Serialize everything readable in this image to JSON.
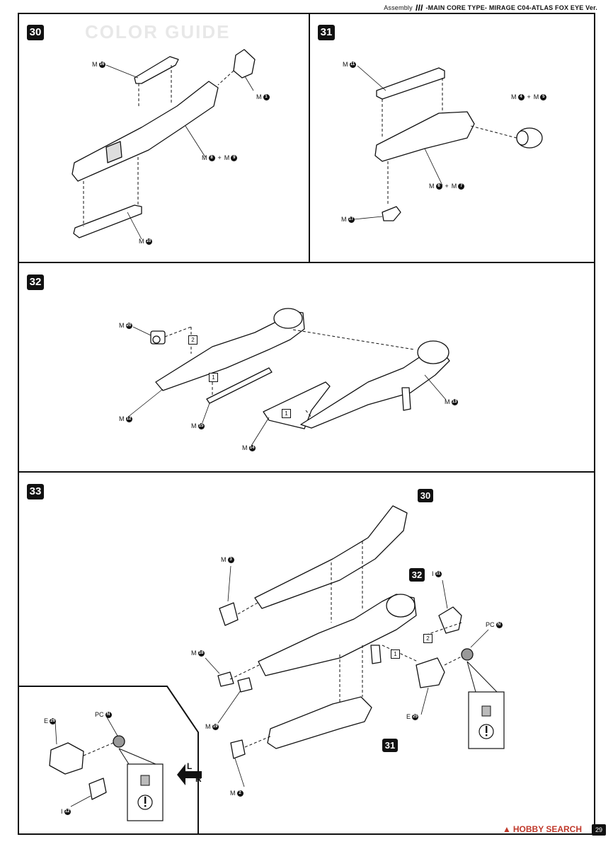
{
  "header": {
    "assembly": "Assembly",
    "mark": "III",
    "title": "-MAIN CORE TYPE- MIRAGE C04-ATLAS FOX EYE Ver."
  },
  "ghost": {
    "color_guide": "COLOR GUIDE"
  },
  "steps": {
    "s30": "30",
    "s31": "31",
    "s32": "32",
    "s33": "33"
  },
  "step30": {
    "labels": [
      {
        "prefix": "M",
        "num": "16"
      },
      {
        "prefix": "M",
        "num": "1"
      },
      {
        "prefix": "M",
        "num": "8",
        "plus": "+",
        "prefix2": "M",
        "num2": "9"
      },
      {
        "prefix": "M",
        "num": "10"
      }
    ]
  },
  "step31": {
    "labels": [
      {
        "prefix": "M",
        "num": "11"
      },
      {
        "prefix": "M",
        "num": "4",
        "plus": "+",
        "prefix2": "M",
        "num2": "5"
      },
      {
        "prefix": "M",
        "num": "6",
        "plus": "+",
        "prefix2": "M",
        "num2": "7"
      },
      {
        "prefix": "M",
        "num": "17"
      }
    ]
  },
  "step32": {
    "labels": [
      {
        "prefix": "M",
        "num": "20"
      },
      {
        "prefix": "M",
        "num": "12"
      },
      {
        "prefix": "M",
        "num": "15"
      },
      {
        "prefix": "M",
        "num": "14"
      },
      {
        "prefix": "M",
        "num": "13"
      }
    ],
    "order_marks": [
      "2",
      "1",
      "1"
    ]
  },
  "step33": {
    "ref_badges": [
      "30",
      "32",
      "31"
    ],
    "labels": [
      {
        "prefix": "M",
        "num": "3"
      },
      {
        "prefix": "I",
        "num": "11"
      },
      {
        "prefix": "PC",
        "num": "N"
      },
      {
        "prefix": "M",
        "num": "18"
      },
      {
        "prefix": "M",
        "num": "19"
      },
      {
        "prefix": "E",
        "num": "25"
      },
      {
        "prefix": "M",
        "num": "2"
      }
    ],
    "order_marks": [
      "2",
      "1"
    ],
    "sub": {
      "labels": [
        {
          "prefix": "E",
          "num": "26"
        },
        {
          "prefix": "PC",
          "num": "N"
        },
        {
          "prefix": "I",
          "num": "12"
        }
      ],
      "lr": {
        "l": "L",
        "r": "R"
      }
    }
  },
  "footer": {
    "watermark": "HOBBY SEARCH",
    "page": "29"
  },
  "colors": {
    "ink": "#111111",
    "paper": "#ffffff",
    "watermark": "#c0392b"
  }
}
